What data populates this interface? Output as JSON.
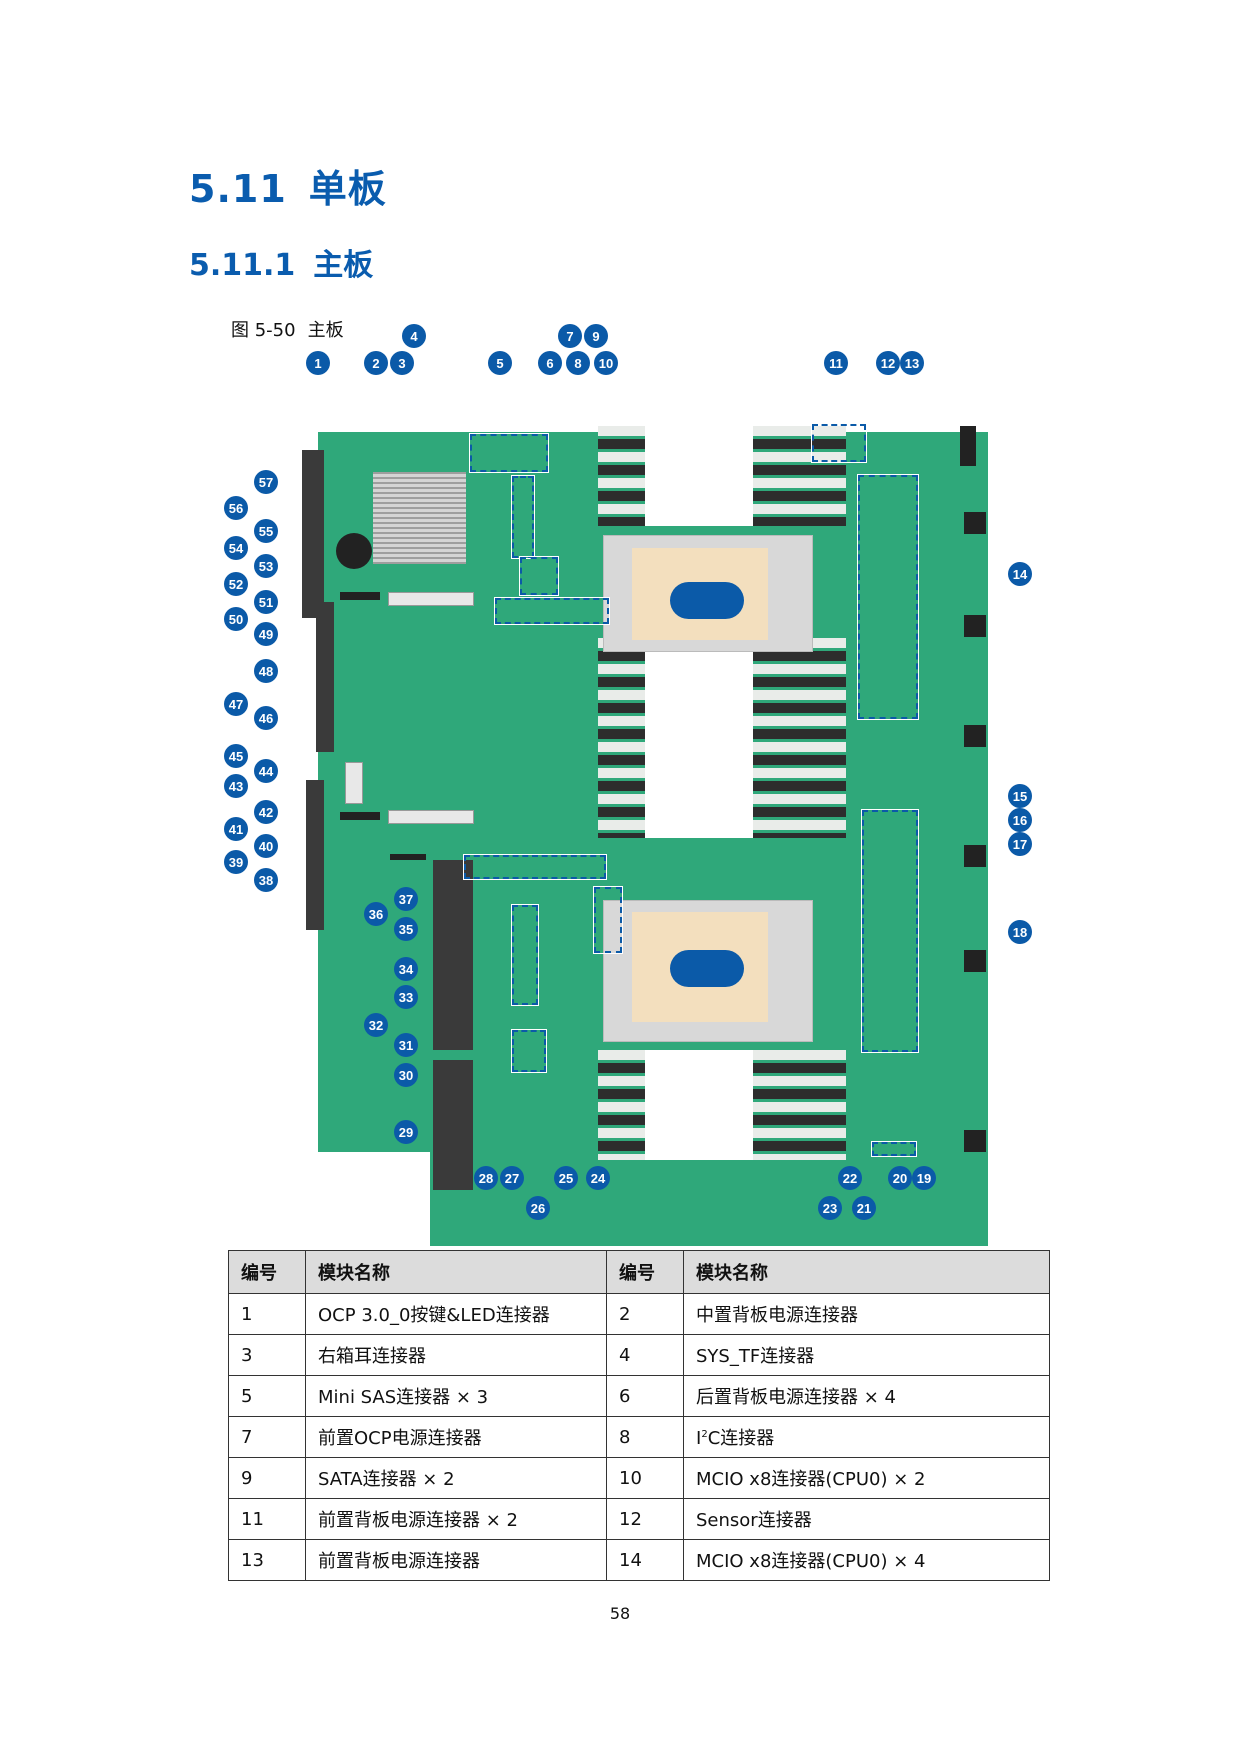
{
  "section": {
    "number": "5.11",
    "title": "单板"
  },
  "subsection": {
    "number": "5.11.1",
    "title": "主板"
  },
  "figure": {
    "label": "图 5-50",
    "title": "主板",
    "board_color": "#2fa87a",
    "callout_color": "#0b5aa8",
    "callouts": [
      "1",
      "2",
      "3",
      "4",
      "5",
      "6",
      "7",
      "8",
      "9",
      "10",
      "11",
      "12",
      "13",
      "14",
      "15",
      "16",
      "17",
      "18",
      "19",
      "20",
      "21",
      "22",
      "23",
      "24",
      "25",
      "26",
      "27",
      "28",
      "29",
      "30",
      "31",
      "32",
      "33",
      "34",
      "35",
      "36",
      "37",
      "38",
      "39",
      "40",
      "41",
      "42",
      "43",
      "44",
      "45",
      "46",
      "47",
      "48",
      "49",
      "50",
      "51",
      "52",
      "53",
      "54",
      "55",
      "56",
      "57"
    ]
  },
  "table": {
    "headers": [
      "编号",
      "模块名称",
      "编号",
      "模块名称"
    ],
    "rows": [
      {
        "no1": "1",
        "name1": "OCP 3.0_0按键&LED连接器",
        "no2": "2",
        "name2": "中置背板电源连接器"
      },
      {
        "no1": "3",
        "name1": "右箱耳连接器",
        "no2": "4",
        "name2": "SYS_TF连接器"
      },
      {
        "no1": "5",
        "name1": "Mini SAS连接器 × 3",
        "no2": "6",
        "name2": "后置背板电源连接器 × 4"
      },
      {
        "no1": "7",
        "name1": "前置OCP电源连接器",
        "no2": "8",
        "name2_pre": "I",
        "name2_sup": "2",
        "name2_post": "C连接器"
      },
      {
        "no1": "9",
        "name1": "SATA连接器 × 2",
        "no2": "10",
        "name2": "MCIO x8连接器(CPU0) × 2"
      },
      {
        "no1": "11",
        "name1": "前置背板电源连接器 × 2",
        "no2": "12",
        "name2": "Sensor连接器"
      },
      {
        "no1": "13",
        "name1": "前置背板电源连接器",
        "no2": "14",
        "name2": "MCIO x8连接器(CPU0) × 4"
      }
    ]
  },
  "page_number": "58"
}
